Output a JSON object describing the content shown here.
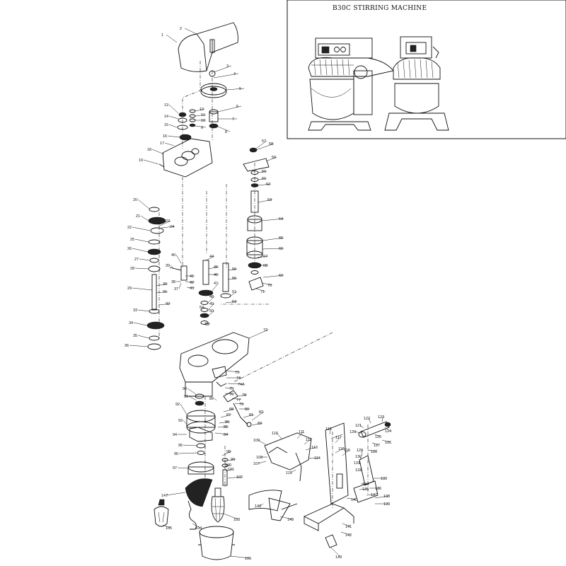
{
  "diagram": {
    "title": "B30C STIRRING MACHINE",
    "labels": [
      "1",
      "2",
      "3",
      "4",
      "5",
      "6",
      "7",
      "8",
      "9",
      "10",
      "11",
      "12",
      "13",
      "14",
      "15",
      "16",
      "17",
      "18",
      "19",
      "20",
      "21",
      "22",
      "23",
      "24",
      "25",
      "26",
      "27",
      "28",
      "29",
      "30",
      "31",
      "32",
      "33",
      "34",
      "35",
      "36",
      "37",
      "38",
      "39",
      "40",
      "41",
      "42",
      "43",
      "44",
      "45",
      "46",
      "47",
      "48",
      "49",
      "50",
      "51",
      "52",
      "53",
      "54",
      "55",
      "56",
      "57",
      "58",
      "59",
      "60",
      "61",
      "62",
      "63",
      "64",
      "65",
      "66",
      "67",
      "68",
      "69",
      "70",
      "71",
      "72",
      "73",
      "74",
      "74A",
      "75",
      "76",
      "77",
      "78",
      "79",
      "80",
      "81",
      "82",
      "83",
      "84",
      "85",
      "86",
      "87",
      "88",
      "89",
      "90",
      "91",
      "92",
      "93",
      "94",
      "95",
      "96",
      "97",
      "98",
      "99",
      "100",
      "101",
      "102",
      "103",
      "104",
      "105",
      "106",
      "107",
      "108",
      "109",
      "110",
      "111",
      "112",
      "113",
      "114",
      "115",
      "116",
      "117",
      "118",
      "119",
      "120",
      "121",
      "122",
      "123",
      "124",
      "125",
      "126",
      "127",
      "128",
      "129",
      "130",
      "131",
      "132",
      "133",
      "134",
      "135",
      "136",
      "137",
      "138",
      "139",
      "140",
      "141",
      "142",
      "143",
      "147",
      "148",
      "149"
    ]
  }
}
